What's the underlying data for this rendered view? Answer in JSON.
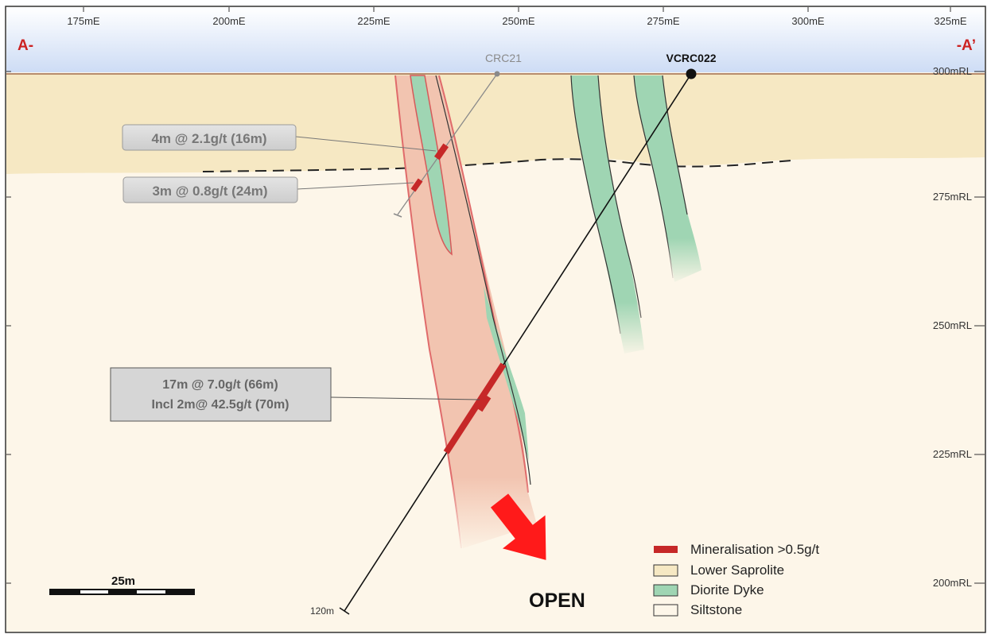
{
  "section": {
    "start_label": "A-",
    "end_label": "-A’",
    "easting_ticks": [
      "175mE",
      "200mE",
      "225mE",
      "250mE",
      "275mE",
      "300mE",
      "325mE"
    ],
    "rl_ticks": [
      "300mRL",
      "275mRL",
      "250mRL",
      "225mRL",
      "200mRL"
    ]
  },
  "drillholes": [
    {
      "name": "CRC21",
      "color": "#8a8a8a"
    },
    {
      "name": "VCRC022",
      "color": "#111111",
      "end_depth": "120m"
    }
  ],
  "intercepts": [
    {
      "line1": "4m @ 2.1g/t (16m)"
    },
    {
      "line1": "3m @ 0.8g/t (24m)"
    },
    {
      "line1": "17m @ 7.0g/t (66m)",
      "line2": "Incl 2m@ 42.5g/t (70m)"
    }
  ],
  "open_label": "OPEN",
  "scale_bar": {
    "label": "25m"
  },
  "legend": [
    {
      "label": "Mineralisation >0.5g/t",
      "color": "#c62828"
    },
    {
      "label": "Lower Saprolite",
      "color": "#f6e8c3"
    },
    {
      "label": "Diorite Dyke",
      "color": "#9fd5b3"
    },
    {
      "label": "Siltstone",
      "color": "#fdf6e9"
    }
  ],
  "colors": {
    "header": "#dfe8f8",
    "saprolite": "#f6e8c3",
    "siltstone": "#fdf6e9",
    "dyke": "#9fd5b3",
    "mineralised_zone": "#f2c4b0",
    "mineralisation": "#c62828",
    "open_arrow": "#ff1a1a",
    "label_red": "#cc2222"
  }
}
